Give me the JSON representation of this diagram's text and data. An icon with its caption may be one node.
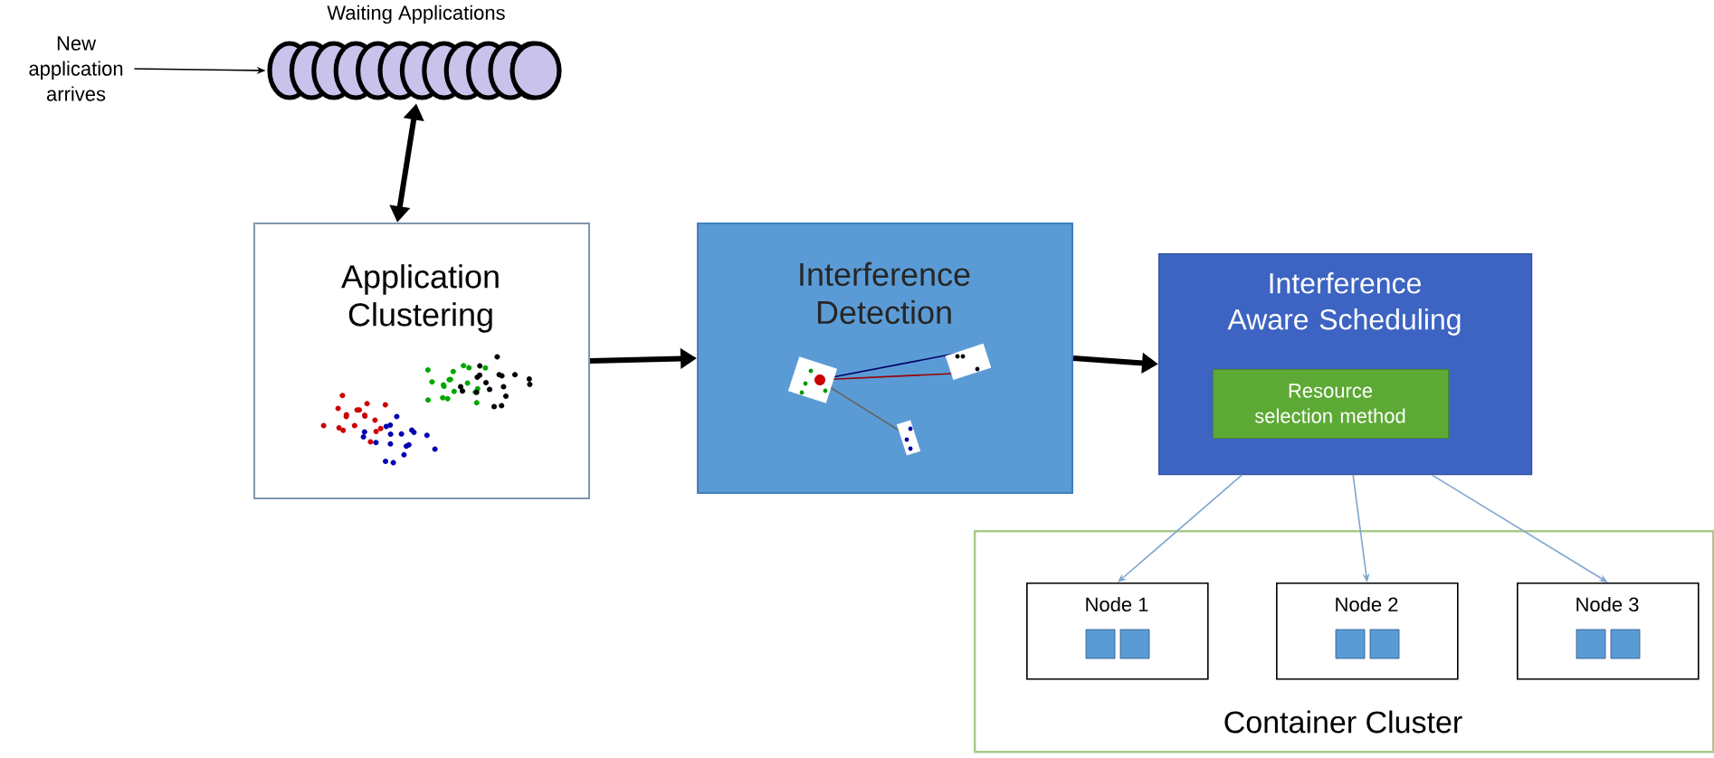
{
  "diagram": {
    "nodes": [
      {
        "text": [
          "New application arrives"
        ]
      },
      {
        "text": [
          "Waiting Applications"
        ]
      },
      {
        "text": [
          "Application Clustering"
        ]
      },
      {
        "text": [
          "Interference Detection"
        ]
      },
      {
        "text": [
          "Interference Aware Scheduling"
        ]
      },
      {
        "text": [
          "Resource selection method"
        ],
        "in": 4
      },
      {
        "text": [
          "Container Cluster"
        ]
      },
      {
        "text": [
          "Node 1"
        ],
        "in": 6
      },
      {
        "text": [
          "Node 2"
        ],
        "in": 6
      },
      {
        "text": [
          "Node 3"
        ],
        "in": 6
      }
    ],
    "edges": [
      {
        "from": 0,
        "to": 1,
        "arrow": "to"
      },
      {
        "from": 1,
        "to": 2,
        "arrow": "both",
        "style": "thick"
      },
      {
        "from": 2,
        "to": 3,
        "arrow": "to",
        "style": "thick"
      },
      {
        "from": 3,
        "to": 4,
        "arrow": "to",
        "style": "thick"
      },
      {
        "from": 4,
        "to": 7,
        "arrow": "to",
        "color": "#7fa6cf"
      },
      {
        "from": 4,
        "to": 8,
        "arrow": "to",
        "color": "#7fa6cf"
      },
      {
        "from": 4,
        "to": 9,
        "arrow": "to",
        "color": "#7fa6cf"
      }
    ]
  }
}
